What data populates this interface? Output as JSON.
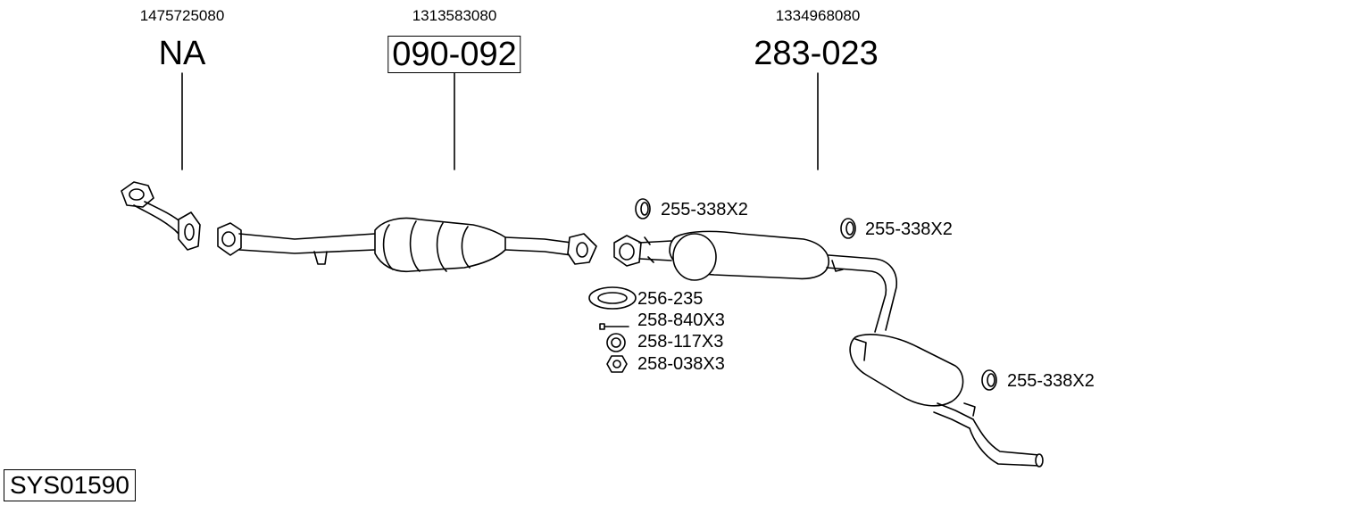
{
  "parts": [
    {
      "oem": "1475725080",
      "code": "NA",
      "boxed": false
    },
    {
      "oem": "1313583080",
      "code": "090-092",
      "boxed": true
    },
    {
      "oem": "1334968080",
      "code": "283-023",
      "boxed": false
    }
  ],
  "accessories": {
    "ring_top": "255-338X2",
    "ring_mid": "255-338X2",
    "ring_rear": "255-338X2",
    "gasket": "256-235",
    "bolt": "258-840X3",
    "spring": "258-117X3",
    "nut": "258-038X3"
  },
  "system_id": "SYS01590",
  "colors": {
    "line": "#000000",
    "fill": "#ffffff",
    "shade": "#d9d9d9"
  }
}
